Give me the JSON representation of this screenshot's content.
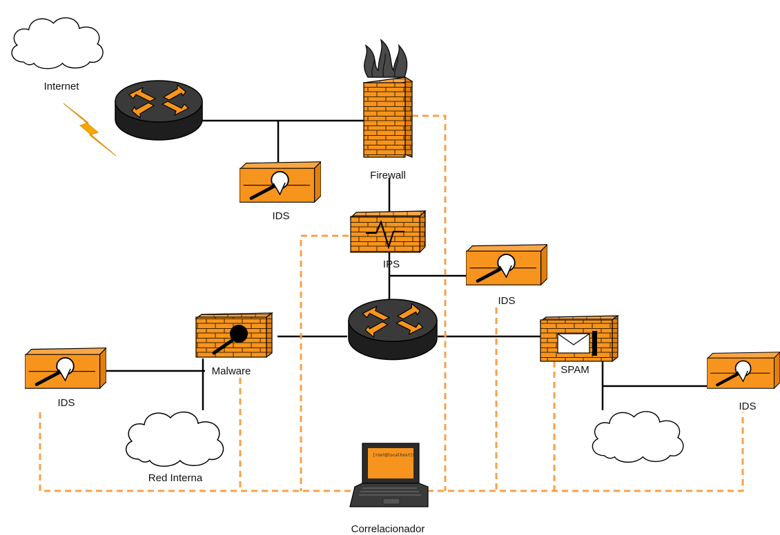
{
  "labels": {
    "internet": "Internet",
    "firewall": "Firewall",
    "ids_top": "IDS",
    "ips": "IPS",
    "ids_mid": "IDS",
    "malware": "Malware",
    "spam": "SPAM",
    "ids_left": "IDS",
    "ids_right": "IDS",
    "red_interna": "Red Interna",
    "correlacionador": "Correlacionador",
    "screen_prompt": "[root@localhost]$"
  },
  "colors": {
    "accent": "#f7941d",
    "link_dashed": "#f7a147",
    "link_solid": "#000000",
    "router": "#2b2b2b"
  },
  "icons": [
    "cloud-icon",
    "router-icon",
    "lightning-icon",
    "firewall-icon",
    "ids-icon",
    "ips-icon",
    "malware-icon",
    "spam-icon",
    "laptop-icon"
  ]
}
